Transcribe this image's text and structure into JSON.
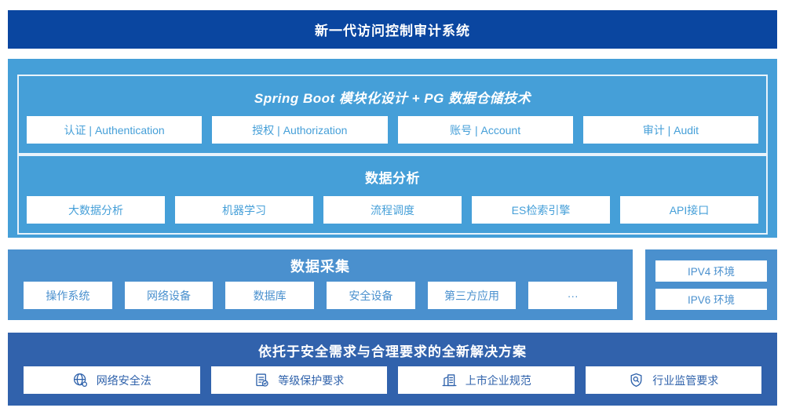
{
  "banner": {
    "title": "新一代访问控制审计系统",
    "bg": "#0A46A0"
  },
  "platform": {
    "bg": "#459FD8",
    "spring": {
      "title": "Spring Boot 模块化设计 + PG 数据仓储技术",
      "items": [
        {
          "label": "认证 | Authentication"
        },
        {
          "label": "授权 | Authorization"
        },
        {
          "label": "账号 | Account"
        },
        {
          "label": "审计 | Audit"
        }
      ]
    },
    "analysis": {
      "title": "数据分析",
      "items": [
        {
          "label": "大数据分析"
        },
        {
          "label": "机器学习"
        },
        {
          "label": "流程调度"
        },
        {
          "label": "ES检索引擎"
        },
        {
          "label": "API接口"
        }
      ]
    }
  },
  "collection": {
    "bg": "#4A90CE",
    "title": "数据采集",
    "items": [
      {
        "label": "操作系统"
      },
      {
        "label": "网络设备"
      },
      {
        "label": "数据库"
      },
      {
        "label": "安全设备"
      },
      {
        "label": "第三方应用"
      },
      {
        "label": "···"
      }
    ]
  },
  "environment": {
    "bg": "#4A90CE",
    "items": [
      {
        "label": "IPV4 环境"
      },
      {
        "label": "IPV6 环境"
      }
    ]
  },
  "solution": {
    "bg": "#3162AC",
    "title": "依托于安全需求与合理要求的全新解决方案",
    "accent": "#2F62AB",
    "items": [
      {
        "icon": "globe-icon",
        "label": "网络安全法"
      },
      {
        "icon": "document-check-icon",
        "label": "等级保护要求"
      },
      {
        "icon": "building-icon",
        "label": "上市企业规范"
      },
      {
        "icon": "shield-search-icon",
        "label": "行业监管要求"
      }
    ]
  }
}
